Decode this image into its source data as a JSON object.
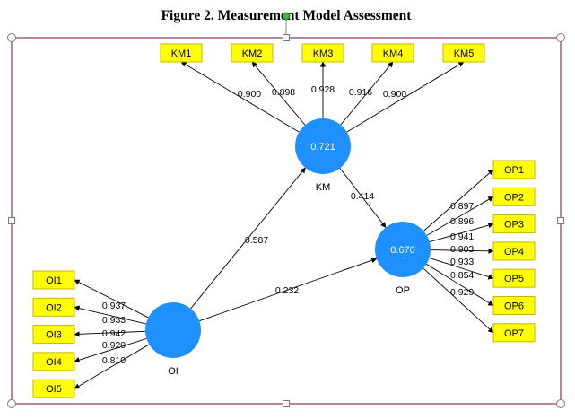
{
  "caption": "Figure 2. Measurement Model Assessment",
  "colors": {
    "frame": "#8c3a4e",
    "construct": "#1e90ff",
    "indicator_fill": "#ffff00",
    "indicator_stroke": "#c8b400",
    "handle_green": "#3cb043"
  },
  "constructs": {
    "KM": {
      "name": "KM",
      "value": "0.721"
    },
    "OP": {
      "name": "OP",
      "value": "0.670"
    },
    "OI": {
      "name": "OI",
      "value": ""
    }
  },
  "paths": {
    "oi_km": "0.587",
    "km_op": "0.414",
    "oi_op": "0.232"
  },
  "indicators": {
    "KM": [
      {
        "label": "KM1",
        "loading": "0.900"
      },
      {
        "label": "KM2",
        "loading": "0.898"
      },
      {
        "label": "KM3",
        "loading": "0.928"
      },
      {
        "label": "KM4",
        "loading": "0.916"
      },
      {
        "label": "KM5",
        "loading": "0.900"
      }
    ],
    "OP": [
      {
        "label": "OP1",
        "loading": "0.897"
      },
      {
        "label": "OP2",
        "loading": "0.896"
      },
      {
        "label": "OP3",
        "loading": "0.941"
      },
      {
        "label": "OP4",
        "loading": "0.903"
      },
      {
        "label": "OP5",
        "loading": "0.933"
      },
      {
        "label": "OP6",
        "loading": "0.854"
      },
      {
        "label": "OP7",
        "loading": "0.929"
      }
    ],
    "OI": [
      {
        "label": "OI1",
        "loading": "0.937"
      },
      {
        "label": "OI2",
        "loading": "0.933"
      },
      {
        "label": "OI3",
        "loading": "0.942"
      },
      {
        "label": "OI4",
        "loading": "0.920"
      },
      {
        "label": "OI5",
        "loading": "0.810"
      }
    ]
  }
}
